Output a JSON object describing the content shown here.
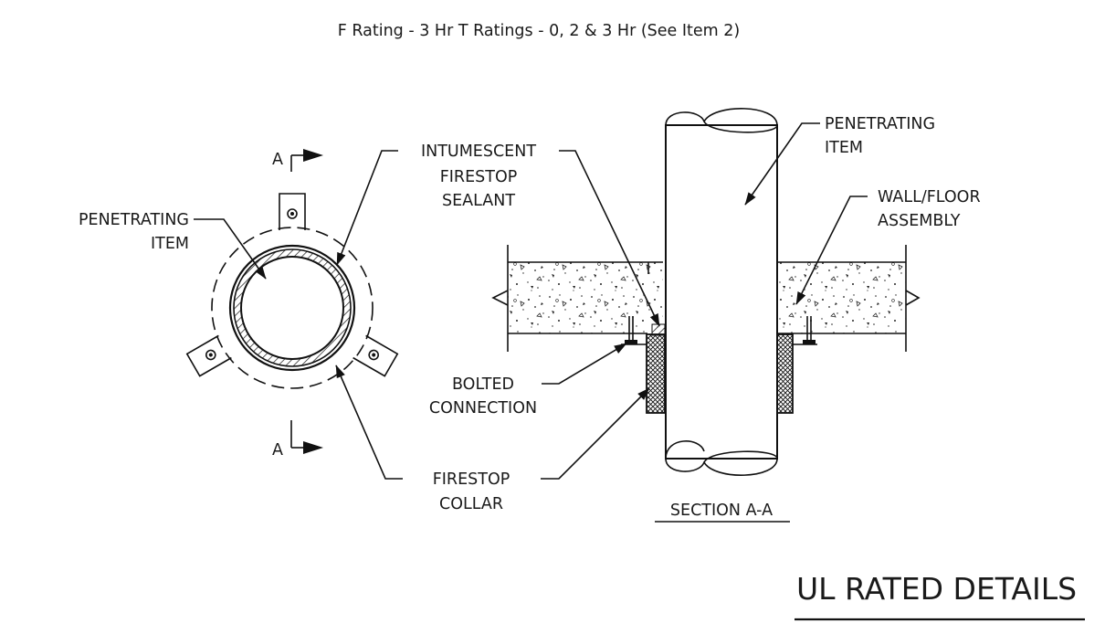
{
  "header": "F Rating - 3 Hr T Ratings - 0, 2 & 3 Hr (See Item 2)",
  "title": "UL RATED DETAILS",
  "section_title": "SECTION A-A",
  "section_marker": "A",
  "labels": {
    "plan_penetrating_item": [
      "PENETRATING",
      "ITEM"
    ],
    "intumescent_sealant": [
      "INTUMESCENT",
      "FIRESTOP",
      "SEALANT"
    ],
    "section_penetrating_item": [
      "PENETRATING",
      "ITEM"
    ],
    "wall_floor_assembly": [
      "WALL/FLOOR",
      "ASSEMBLY"
    ],
    "bolted_connection": [
      "BOLTED",
      "CONNECTION"
    ],
    "firestop_collar": [
      "FIRESTOP",
      "COLLAR"
    ]
  }
}
